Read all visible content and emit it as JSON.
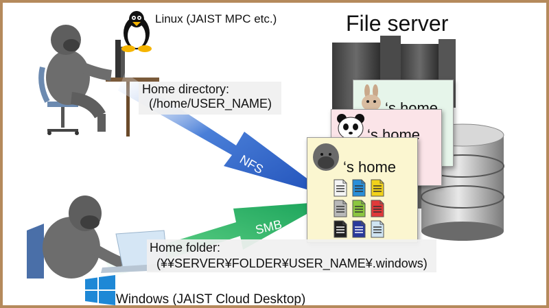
{
  "linux": {
    "label": "Linux (JAIST MPC etc.)"
  },
  "server": {
    "title": "File server"
  },
  "nfs": {
    "label": "NFS",
    "caption_line1": "Home directory:",
    "caption_line2": "(/home/USER_NAME)"
  },
  "smb": {
    "label": "SMB",
    "caption_line1": "Home folder:",
    "caption_line2": "(¥¥SERVER¥FOLDER¥USER_NAME¥.windows)"
  },
  "windows": {
    "label": "Windows (JAIST Cloud Desktop)"
  },
  "home_cards": {
    "rabbit": "‘s  home",
    "panda": "‘s  home",
    "gorilla": "‘s  home"
  },
  "doc_colors": [
    "#f4f4f4",
    "#2a8fd8",
    "#f2d21a",
    "#b8b8b8",
    "#8cc63f",
    "#e03a3a",
    "#222222",
    "#2a3a9a",
    "#cfe4f2"
  ],
  "colors": {
    "border": "#b58a5c",
    "nfs_arrow": "#1f4fb8",
    "smb_arrow": "#1aa35a"
  }
}
